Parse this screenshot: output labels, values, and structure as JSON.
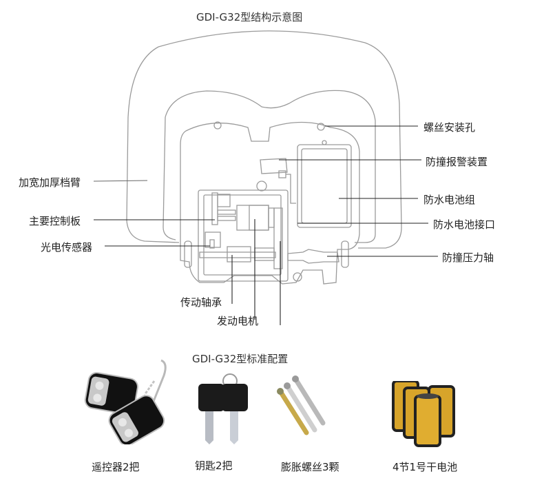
{
  "diagram": {
    "title": "GDI-G32型结构示意图",
    "labels_left": [
      {
        "id": "arm",
        "text": "加宽加厚档臂"
      },
      {
        "id": "board",
        "text": "主要控制板"
      },
      {
        "id": "sensor",
        "text": "光电传感器"
      }
    ],
    "labels_right": [
      {
        "id": "screw-hole",
        "text": "螺丝安装孔"
      },
      {
        "id": "alarm",
        "text": "防撞报警装置"
      },
      {
        "id": "battery-pack",
        "text": "防水电池组"
      },
      {
        "id": "battery-port",
        "text": "防水电池接口"
      },
      {
        "id": "pressure-shaft",
        "text": "防撞压力轴"
      }
    ],
    "labels_bottom": [
      {
        "id": "bearing",
        "text": "传动轴承"
      },
      {
        "id": "motor",
        "text": "发动电机"
      }
    ]
  },
  "accessories": {
    "title": "GDI-G32型标准配置",
    "items": [
      {
        "id": "remote",
        "label": "遥控器2把",
        "icon": "remote-control-icon"
      },
      {
        "id": "keys",
        "label": "钥匙2把",
        "icon": "key-icon"
      },
      {
        "id": "bolts",
        "label": "膨胀螺丝3颗",
        "icon": "expansion-bolt-icon"
      },
      {
        "id": "batteries",
        "label": "4节1号干电池",
        "icon": "battery-icon"
      }
    ]
  }
}
